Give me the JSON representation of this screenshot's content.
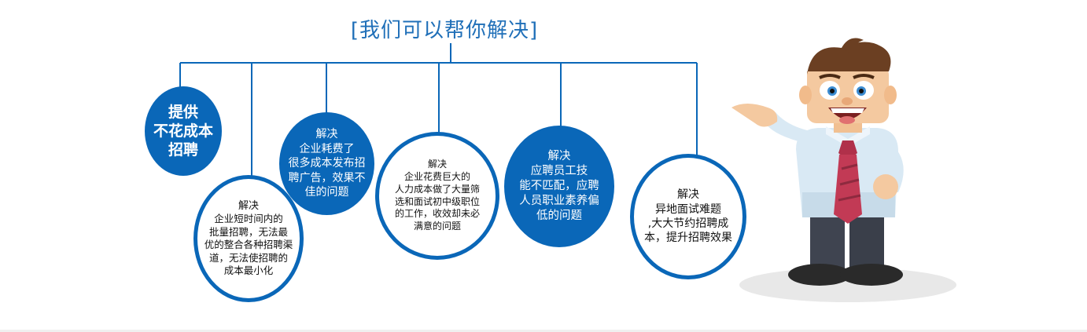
{
  "title": "[我们可以帮你解决]",
  "circles": [
    {
      "text": "提供\n不花成本\n招聘"
    },
    {
      "heading": "解决",
      "text": "企业短时间内的\n批量招聘，无法最\n优的整合各种招聘渠\n道，无法使招聘的\n成本最小化"
    },
    {
      "heading": "解决",
      "text": "企业耗费了\n很多成本发布招\n聘广告，效果不\n佳的问题"
    },
    {
      "heading": "解决",
      "text": "企业花费巨大的\n人力成本做了大量筛\n选和面试初中级职位\n的工作，收效却未必\n满意的问题"
    },
    {
      "heading": "解决",
      "text": "应聘员工技\n能不匹配，应聘\n人员职业素养偏\n低的问题"
    },
    {
      "heading": "解决",
      "text": "异地面试难题\n,大大节约招聘成\n本，提升招聘效果"
    }
  ],
  "colors": {
    "brand_blue": "#0a67b8",
    "title_blue": "#1f6fb8"
  },
  "illustration": "cartoon-businessman-icon"
}
